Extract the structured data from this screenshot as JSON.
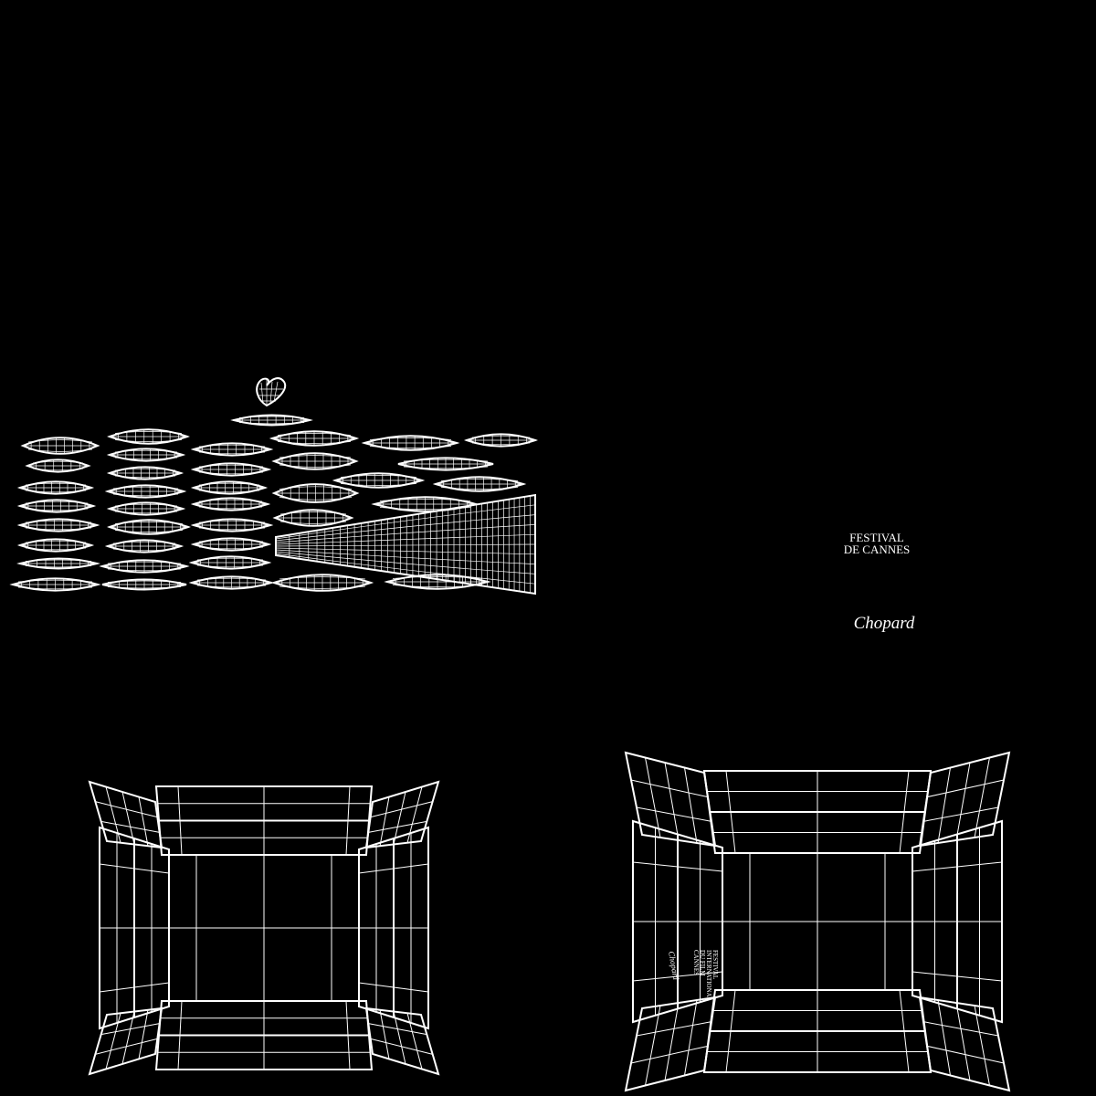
{
  "texture": {
    "background": "#000000",
    "line_color": "#ffffff",
    "labels": {
      "festival_line1": "FESTIVAL",
      "festival_line2": "DE CANNES",
      "brand": "Chopard",
      "side_line1": "FESTIVAL",
      "side_line2": "INTERNATIONAL",
      "side_line3": "DU FILM",
      "side_line4": "CANNES",
      "side_brand": "Chopard"
    }
  }
}
